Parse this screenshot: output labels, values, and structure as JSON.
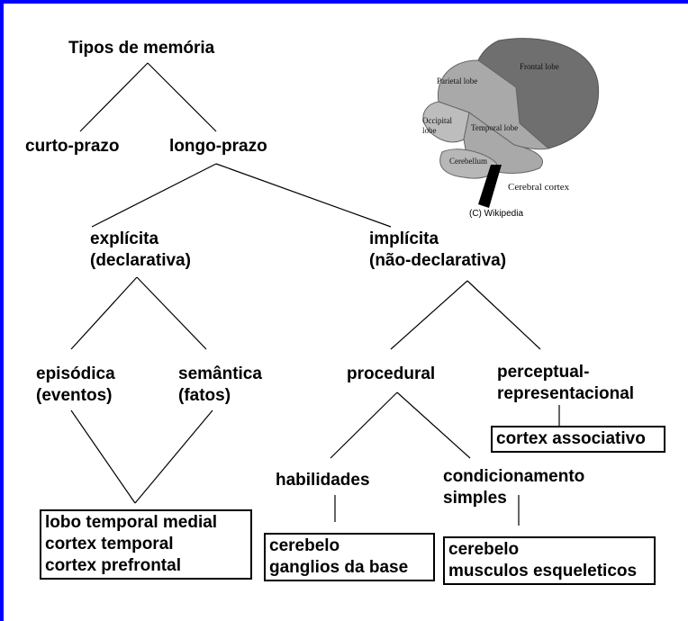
{
  "nodes": {
    "root": "Tipos de memória",
    "curto": "curto-prazo",
    "longo": "longo-prazo",
    "explicita_1": "explícita",
    "explicita_2": "(declarativa)",
    "implicita_1": "implícita",
    "implicita_2": "(não-declarativa)",
    "episodica_1": "episódica",
    "episodica_2": "(eventos)",
    "semantica_1": "semântica",
    "semantica_2": "(fatos)",
    "procedural": "procedural",
    "perceptual_1": "perceptual-",
    "perceptual_2": "representacional",
    "habilidades": "habilidades",
    "condicionamento_1": "condicionamento",
    "condicionamento_2": "simples"
  },
  "boxes": {
    "declarativa": [
      "lobo temporal medial",
      "cortex temporal",
      "cortex prefrontal"
    ],
    "habilidades": [
      "cerebelo",
      "ganglios da base"
    ],
    "condicionamento": [
      "cerebelo",
      "musculos esqueleticos"
    ],
    "perceptual": [
      "cortex associativo"
    ]
  },
  "image": {
    "credit": "(C) Wikipedia",
    "labels": {
      "frontal": "Frontal lobe",
      "parietal": "Parietal lobe",
      "occipital": "Occipital lobe",
      "temporal": "Temporal lobe",
      "cerebellum": "Cerebellum",
      "cortex": "Cerebral cortex"
    }
  },
  "colors": {
    "border": "#0000ff",
    "frontal": "#6f6f6f",
    "other_lobes": "#a9a9a9"
  }
}
